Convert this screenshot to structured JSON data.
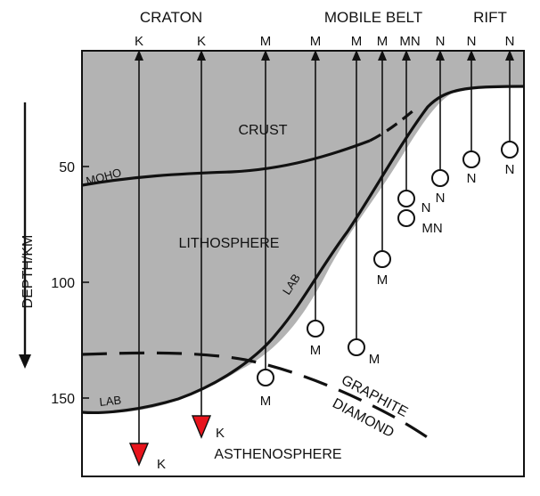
{
  "header": {
    "craton": "CRATON",
    "mobile_belt": "MOBILE BELT",
    "rift": "RIFT"
  },
  "axis": {
    "label": "DEPTH/KM",
    "ticks": [
      "50",
      "100",
      "150"
    ]
  },
  "labels": {
    "crust": "CRUST",
    "moho": "MOHO",
    "lithosphere": "LITHOSPHERE",
    "lab_slope": "LAB",
    "lab_base": "LAB",
    "graphite": "GRAPHITE",
    "diamond": "DIAMOND",
    "asthenosphere": "ASTHENOSPHERE"
  },
  "top_codes": [
    "K",
    "K",
    "M",
    "M",
    "M",
    "M",
    "MN",
    "N",
    "N",
    "N"
  ],
  "bottom_codes": [
    "K",
    "K",
    "M",
    "M",
    "M",
    "M",
    "N",
    "MN",
    "N",
    "N",
    "N"
  ],
  "colors": {
    "lithosphere_fill": "#b3b3b3",
    "kimberlite_red": "#e8141c",
    "line": "#111111"
  }
}
